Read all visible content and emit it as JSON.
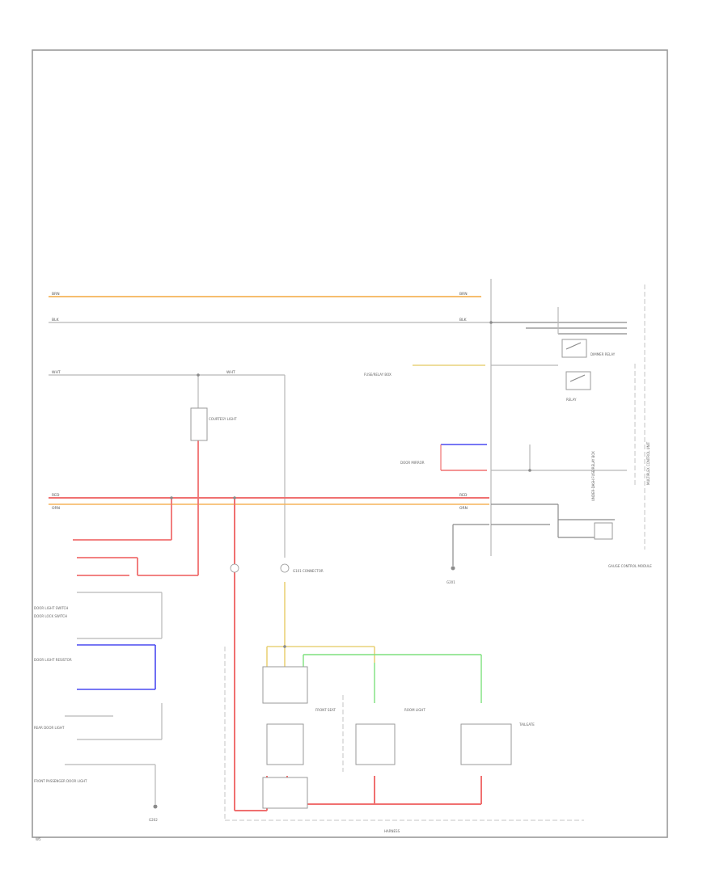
{
  "colors": {
    "red": "#f07070",
    "orange": "#f5b45a",
    "yellow": "#e9d27a",
    "green": "#7ee07e",
    "blue": "#4a4af0",
    "gray": "#b8b8b8",
    "dark": "#8a8a8a"
  },
  "labels": {
    "wire_top_left": "BRN",
    "wire_top_right": "BRN",
    "wire_2_left": "BLK",
    "wire_2_right": "BLK",
    "wire_3_left": "WHT",
    "wire_3_mid": "WHT",
    "wire_red_left": "RED",
    "wire_red_right": "RED",
    "wire_org_left": "ORN",
    "wire_org_right": "ORN",
    "gnd_connector": "G101 CONNECTOR",
    "door_switch_label": "DOOR LOCK SWITCH",
    "door_mirror": "DOOR MIRROR",
    "courtesy_light": "COURTESY LIGHT",
    "jb_mid_label": "FUSE/RELAY BOX",
    "dimmer_label": "DIMMER RELAY",
    "relay_label": "RELAY",
    "control_unit": "GAUGE CONTROL MODULE",
    "side_vertical": "MULTIPLEX CONTROL UNIT",
    "side_vertical_2": "UNDER-DASH FUSE/RELAY BOX",
    "ground_g201": "G201",
    "ground_g202": "G202",
    "left_lbl_1": "DOOR LIGHT SWITCH",
    "left_lbl_2": "DOOR LIGHT RESISTOR",
    "left_lbl_3": "REAR DOOR LIGHT",
    "left_lbl_4": "FRONT PASSENGER DOOR LIGHT",
    "mid_lbl_1": "FRONT SEAT",
    "mid_lbl_2": "ROOM LIGHT",
    "right_lbl_1": "TAILGATE",
    "bottom_lbl": "HARNESS",
    "corner_lbl": "W5"
  }
}
